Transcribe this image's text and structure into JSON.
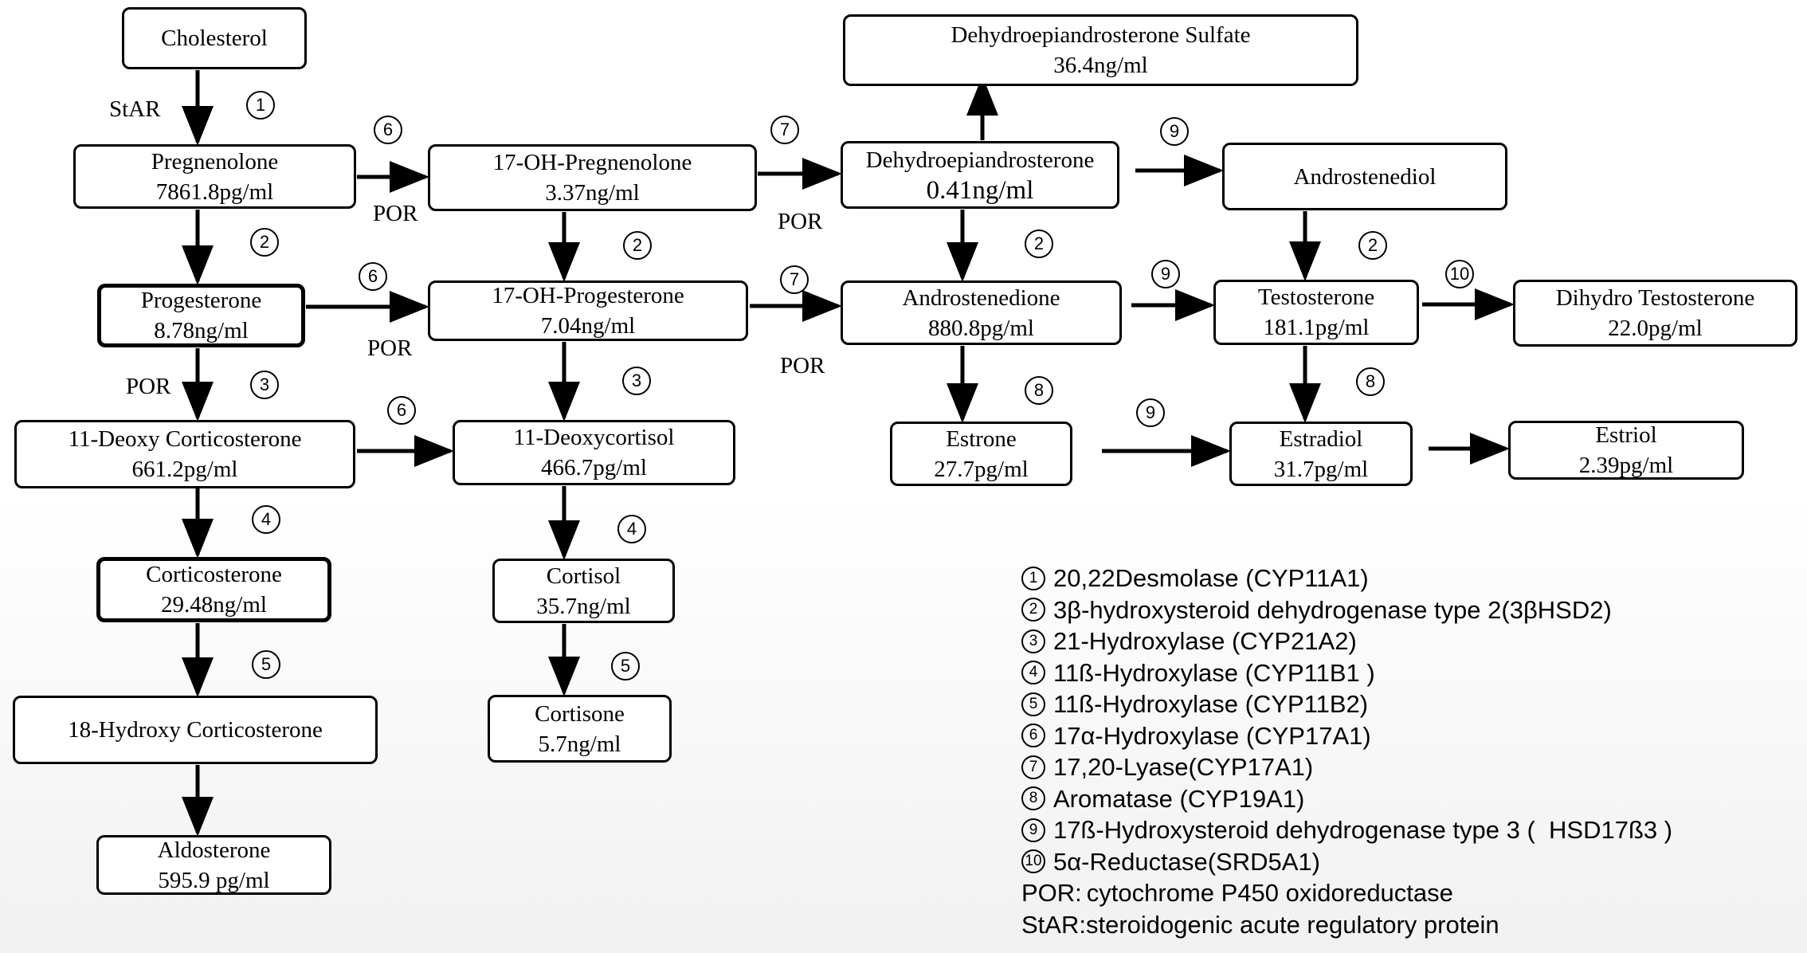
{
  "nodes": {
    "cholesterol": {
      "name": "Cholesterol",
      "value": ""
    },
    "pregnenolone": {
      "name": "Pregnenolone",
      "value": "7861.8pg/ml"
    },
    "progesterone": {
      "name": "Progesterone",
      "value": "8.78ng/ml"
    },
    "deoxycorticosterone": {
      "name": "11-Deoxy Corticosterone",
      "value": "661.2pg/ml"
    },
    "corticosterone": {
      "name": "Corticosterone",
      "value": "29.48ng/ml"
    },
    "hydroxycorticosterone": {
      "name": "18-Hydroxy Corticosterone",
      "value": ""
    },
    "aldosterone": {
      "name": "Aldosterone",
      "value": "595.9 pg/ml"
    },
    "oh_pregnenolone": {
      "name": "17-OH-Pregnenolone",
      "value": "3.37ng/ml"
    },
    "oh_progesterone": {
      "name": "17-OH-Progesterone",
      "value": "7.04ng/ml"
    },
    "deoxycortisol": {
      "name": "11-Deoxycortisol",
      "value": "466.7pg/ml"
    },
    "cortisol": {
      "name": "Cortisol",
      "value": "35.7ng/ml"
    },
    "cortisone": {
      "name": "Cortisone",
      "value": "5.7ng/ml"
    },
    "dheas": {
      "name": "Dehydroepiandrosterone Sulfate",
      "value": "36.4ng/ml"
    },
    "dhea": {
      "name": "Dehydroepiandrosterone",
      "value": "0.41ng/ml"
    },
    "androstenedione": {
      "name": "Androstenedione",
      "value": "880.8pg/ml"
    },
    "estrone": {
      "name": "Estrone",
      "value": "27.7pg/ml"
    },
    "androstenediol": {
      "name": "Androstenediol",
      "value": ""
    },
    "testosterone": {
      "name": "Testosterone",
      "value": "181.1pg/ml"
    },
    "estradiol": {
      "name": "Estradiol",
      "value": "31.7pg/ml"
    },
    "dht": {
      "name": "Dihydro Testosterone",
      "value": "22.0pg/ml"
    },
    "estriol": {
      "name": "Estriol",
      "value": "2.39pg/ml"
    }
  },
  "edge_labels": {
    "star": "StAR",
    "por": "POR"
  },
  "step_numbers": [
    "1",
    "2",
    "3",
    "4",
    "5",
    "6",
    "7",
    "8",
    "9",
    "10"
  ],
  "change_indicators": {
    "increase_color": "#ff0000",
    "decrease_color": "#1f77d0",
    "increased": [
      "pregnenolone",
      "progesterone",
      "deoxycorticosterone",
      "oh_progesterone",
      "aldosterone"
    ],
    "decreased": [
      "dheas"
    ]
  },
  "legend": [
    {
      "key": "1",
      "text": "20,22Desmolase (CYP11A1)"
    },
    {
      "key": "2",
      "text": "3β-hydroxysteroid dehydrogenase type 2(3βHSD2)"
    },
    {
      "key": "3",
      "text": "21-Hydroxylase (CYP21A2)"
    },
    {
      "key": "4",
      "text": "11ß-Hydroxylase (CYP11B1 )"
    },
    {
      "key": "5",
      "text": "11ß-Hydroxylase (CYP11B2)"
    },
    {
      "key": "6",
      "text": "17α-Hydroxylase (CYP17A1)"
    },
    {
      "key": "7",
      "text": "17,20-Lyase(CYP17A1)"
    },
    {
      "key": "8",
      "text": " Aromatase (CYP19A1)"
    },
    {
      "key": "9",
      "text": "17ß-Hydroxysteroid dehydrogenase type 3 (  HSD17ß3 )"
    },
    {
      "key": "10",
      "text": "5α-Reductase(SRD5A1)"
    },
    {
      "key": "POR:",
      "text": "cytochrome P450 oxidoreductase"
    },
    {
      "key": "StAR",
      "text": ":steroidogenic acute regulatory protein"
    }
  ]
}
